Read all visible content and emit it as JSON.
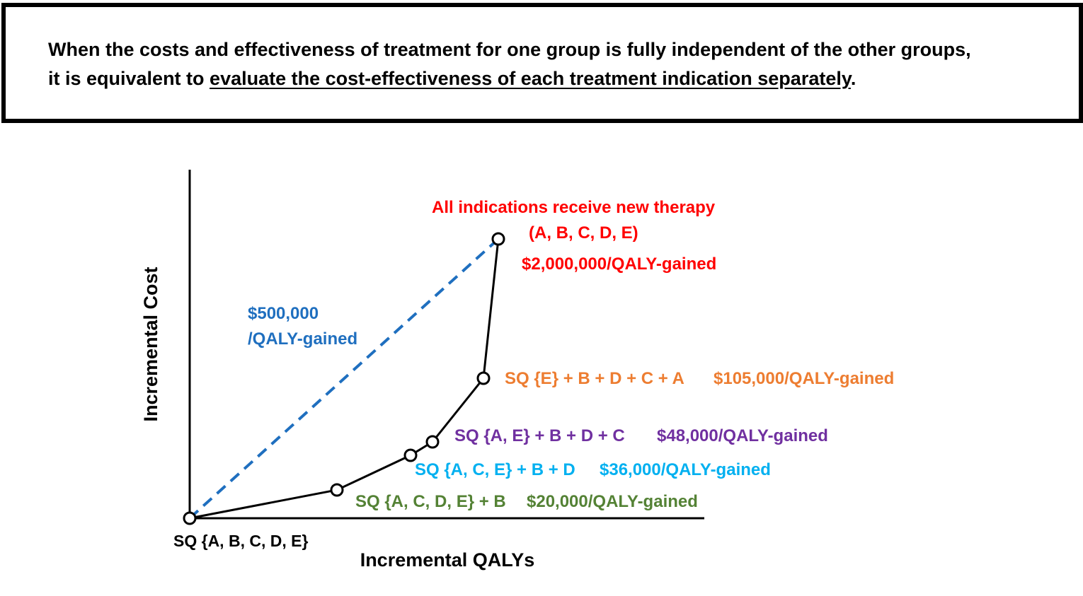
{
  "banner": {
    "line1": "When the costs and effectiveness of treatment for one group is fully independent of the other groups,",
    "line2_prefix": "it is equivalent to ",
    "line2_underlined": "evaluate the cost-effectiveness of each treatment indication separately",
    "line2_suffix": "."
  },
  "axes": {
    "y_label": "Incremental Cost",
    "x_label": "Incremental QALYs"
  },
  "colors": {
    "red": "#ff0000",
    "blue": "#1f6fbf",
    "orange": "#ed7d31",
    "purple": "#7030a0",
    "cyan": "#00b0f0",
    "green": "#548235",
    "black": "#000000"
  },
  "origin": {
    "label": "SQ {A, B, C, D, E}"
  },
  "dashed_line": {
    "label_line1": "$500,000",
    "label_line2": "/QALY-gained"
  },
  "top_point": {
    "label_line1": "All indications receive new therapy",
    "label_line2": "(A, B, C, D, E)",
    "icer": "$2,000,000/QALY-gained"
  },
  "points": [
    {
      "name": "SQ {A, C, D, E} + B",
      "icer": "$20,000/QALY-gained"
    },
    {
      "name": "SQ {A, C, E} + B + D",
      "icer": "$36,000/QALY-gained"
    },
    {
      "name": "SQ {A, E} + B + D + C",
      "icer": "$48,000/QALY-gained"
    },
    {
      "name": "SQ {E} + B + D + C + A",
      "icer": "$105,000/QALY-gained"
    }
  ]
}
